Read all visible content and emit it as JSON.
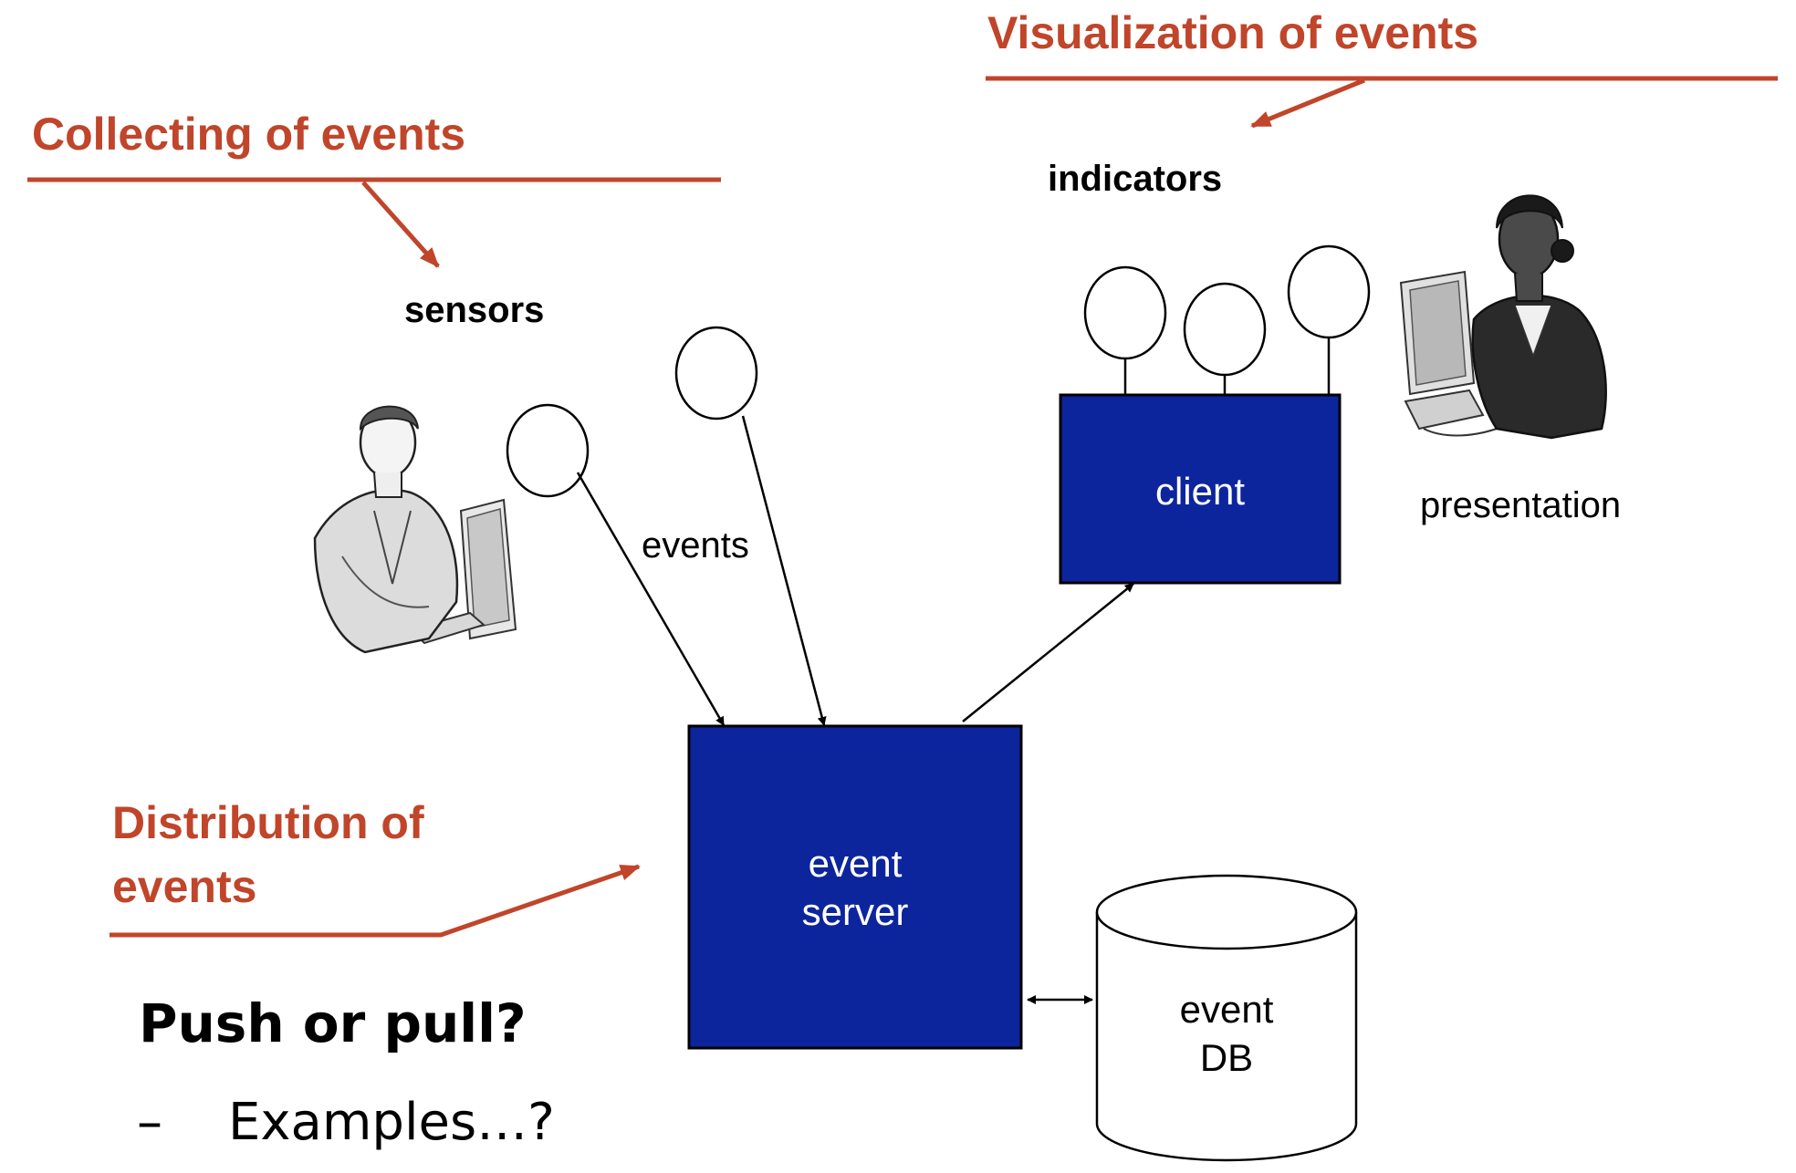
{
  "headings": {
    "collecting": "Collecting of events",
    "visualization": "Visualization of events",
    "distribution_line1": "Distribution of",
    "distribution_line2": "events"
  },
  "labels": {
    "sensors": "sensors",
    "indicators": "indicators",
    "events": "events",
    "presentation": "presentation"
  },
  "nodes": {
    "client": "client",
    "event_server_line1": "event",
    "event_server_line2": "server",
    "event_db_line1": "event",
    "event_db_line2": "DB"
  },
  "question": {
    "title": "Push or pull?",
    "bullet_dash": "–",
    "bullet_text": "Examples…?"
  },
  "colors": {
    "heading": "#c0452a",
    "box_fill": "#0d259c",
    "line": "#000000"
  }
}
